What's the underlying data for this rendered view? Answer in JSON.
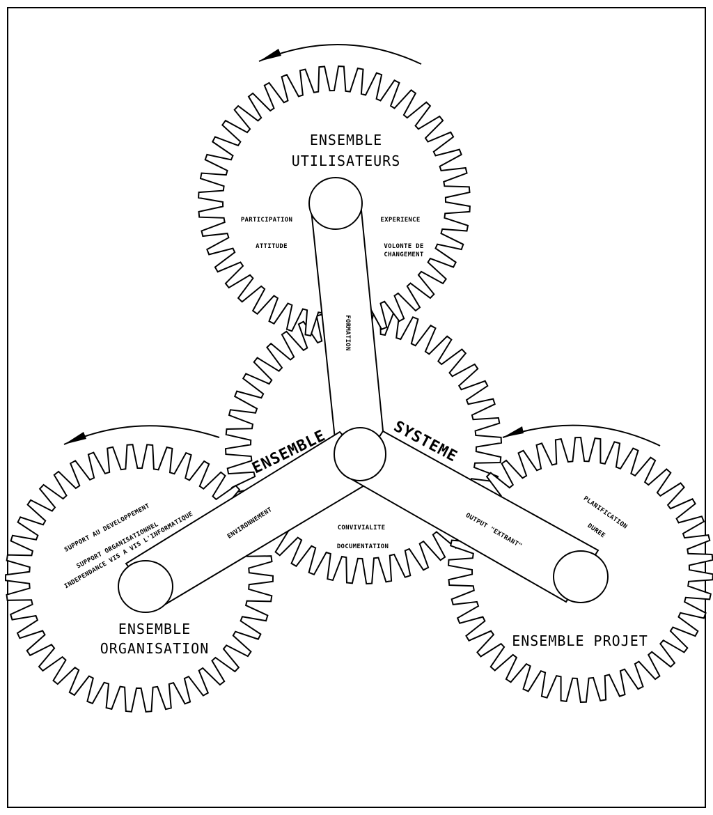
{
  "users": {
    "title_line1": "ENSEMBLE",
    "title_line2": "UTILISATEURS",
    "participation": "PARTICIPATION",
    "attitude": "ATTITUDE",
    "experience": "EXPERIENCE",
    "volonte_line1": "VOLONTE DE",
    "volonte_line2": "CHANGEMENT"
  },
  "system": {
    "word_left": "ENSEMBLE",
    "word_right": "SYSTEME",
    "convivialite": "CONVIVIALITE",
    "documentation": "DOCUMENTATION"
  },
  "organisation": {
    "title_line1": "ENSEMBLE",
    "title_line2": "ORGANISATION",
    "support_dev": "SUPPORT AU DEVELOPPEMENT",
    "support_org": "SUPPORT ORGANISATIONNEL",
    "independance": "INDEPENDANCE VIS A VIS L'INFORMATIQUE"
  },
  "project": {
    "title": "ENSEMBLE PROJET",
    "planification": "PLANIFICATION",
    "duree": "DUREE"
  },
  "links": {
    "formation": "FORMATION",
    "environnement": "ENVIRONNEMENT",
    "output": "OUTPUT \"EXTRANT\""
  },
  "colors": {
    "ink": "#000000",
    "paper": "#ffffff"
  }
}
